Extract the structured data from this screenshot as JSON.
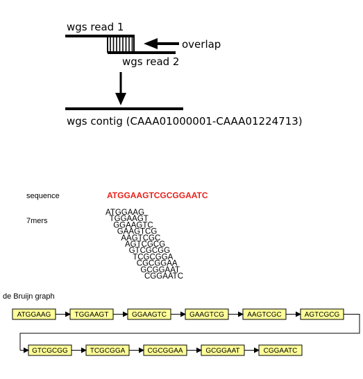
{
  "overlap_diagram": {
    "read1_label": "wgs read 1",
    "read2_label": "wgs read 2",
    "overlap_label": "overlap",
    "contig_label": "wgs contig (CAAA01000001-CAAA01224713)"
  },
  "kmer_section": {
    "sequence_label": "sequence",
    "sequence": "ATGGAAGTCGCGGAATC",
    "kmers_label": "7mers",
    "kmers": [
      "ATGGAAG",
      "TGGAAGT",
      "GGAAGTC",
      "GAAGTCG",
      "AAGTCGC",
      "AGTCGCG",
      "GTCGCGG",
      "TCGCGGA",
      "CGCGGAA",
      "GCGGAAT",
      "CGGAATC"
    ]
  },
  "graph": {
    "title": "de Bruijn graph",
    "row1": [
      "ATGGAAG",
      "TGGAAGT",
      "GGAAGTC",
      "GAAGTCG",
      "AAGTCGC",
      "AGTCGCG"
    ],
    "row2": [
      "GTCGCGG",
      "TCGCGGA",
      "CGCGGAA",
      "GCGGAAT",
      "CGGAATC"
    ]
  },
  "colors": {
    "sequence": "#e8211a",
    "node_fill": "#ffff99",
    "line": "#000000"
  }
}
